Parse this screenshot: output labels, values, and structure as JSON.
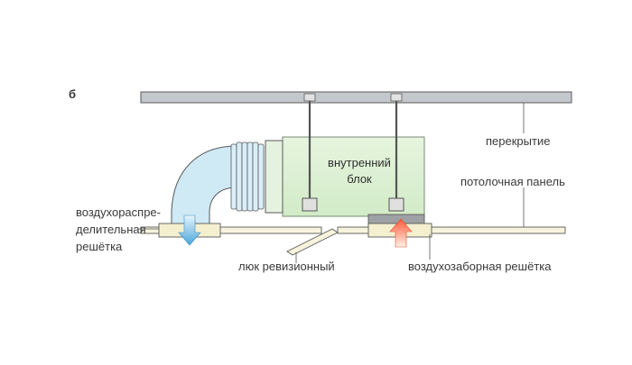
{
  "figure": {
    "letter": "б"
  },
  "labels": {
    "ceiling": "перекрытие",
    "ceiling_panel": "потолочная панель",
    "indoor_unit_line1": "внутренний",
    "indoor_unit_line2": "блок",
    "supply_grille_line1": "воздухораспре-",
    "supply_grille_line2": "делительная",
    "supply_grille_line3": "решётка",
    "inspection_hatch": "люк ревизионный",
    "intake_grille": "воздухозаборная решётка"
  },
  "colors": {
    "slab": "#c4c8cc",
    "unit_body": "#ddf0d4",
    "duct": "#cfe9f5",
    "panel": "#f7f3dc",
    "supply_arrow": "#5aaee0",
    "intake_arrow": "#ff6a4a",
    "outline": "#5a5a5a"
  }
}
